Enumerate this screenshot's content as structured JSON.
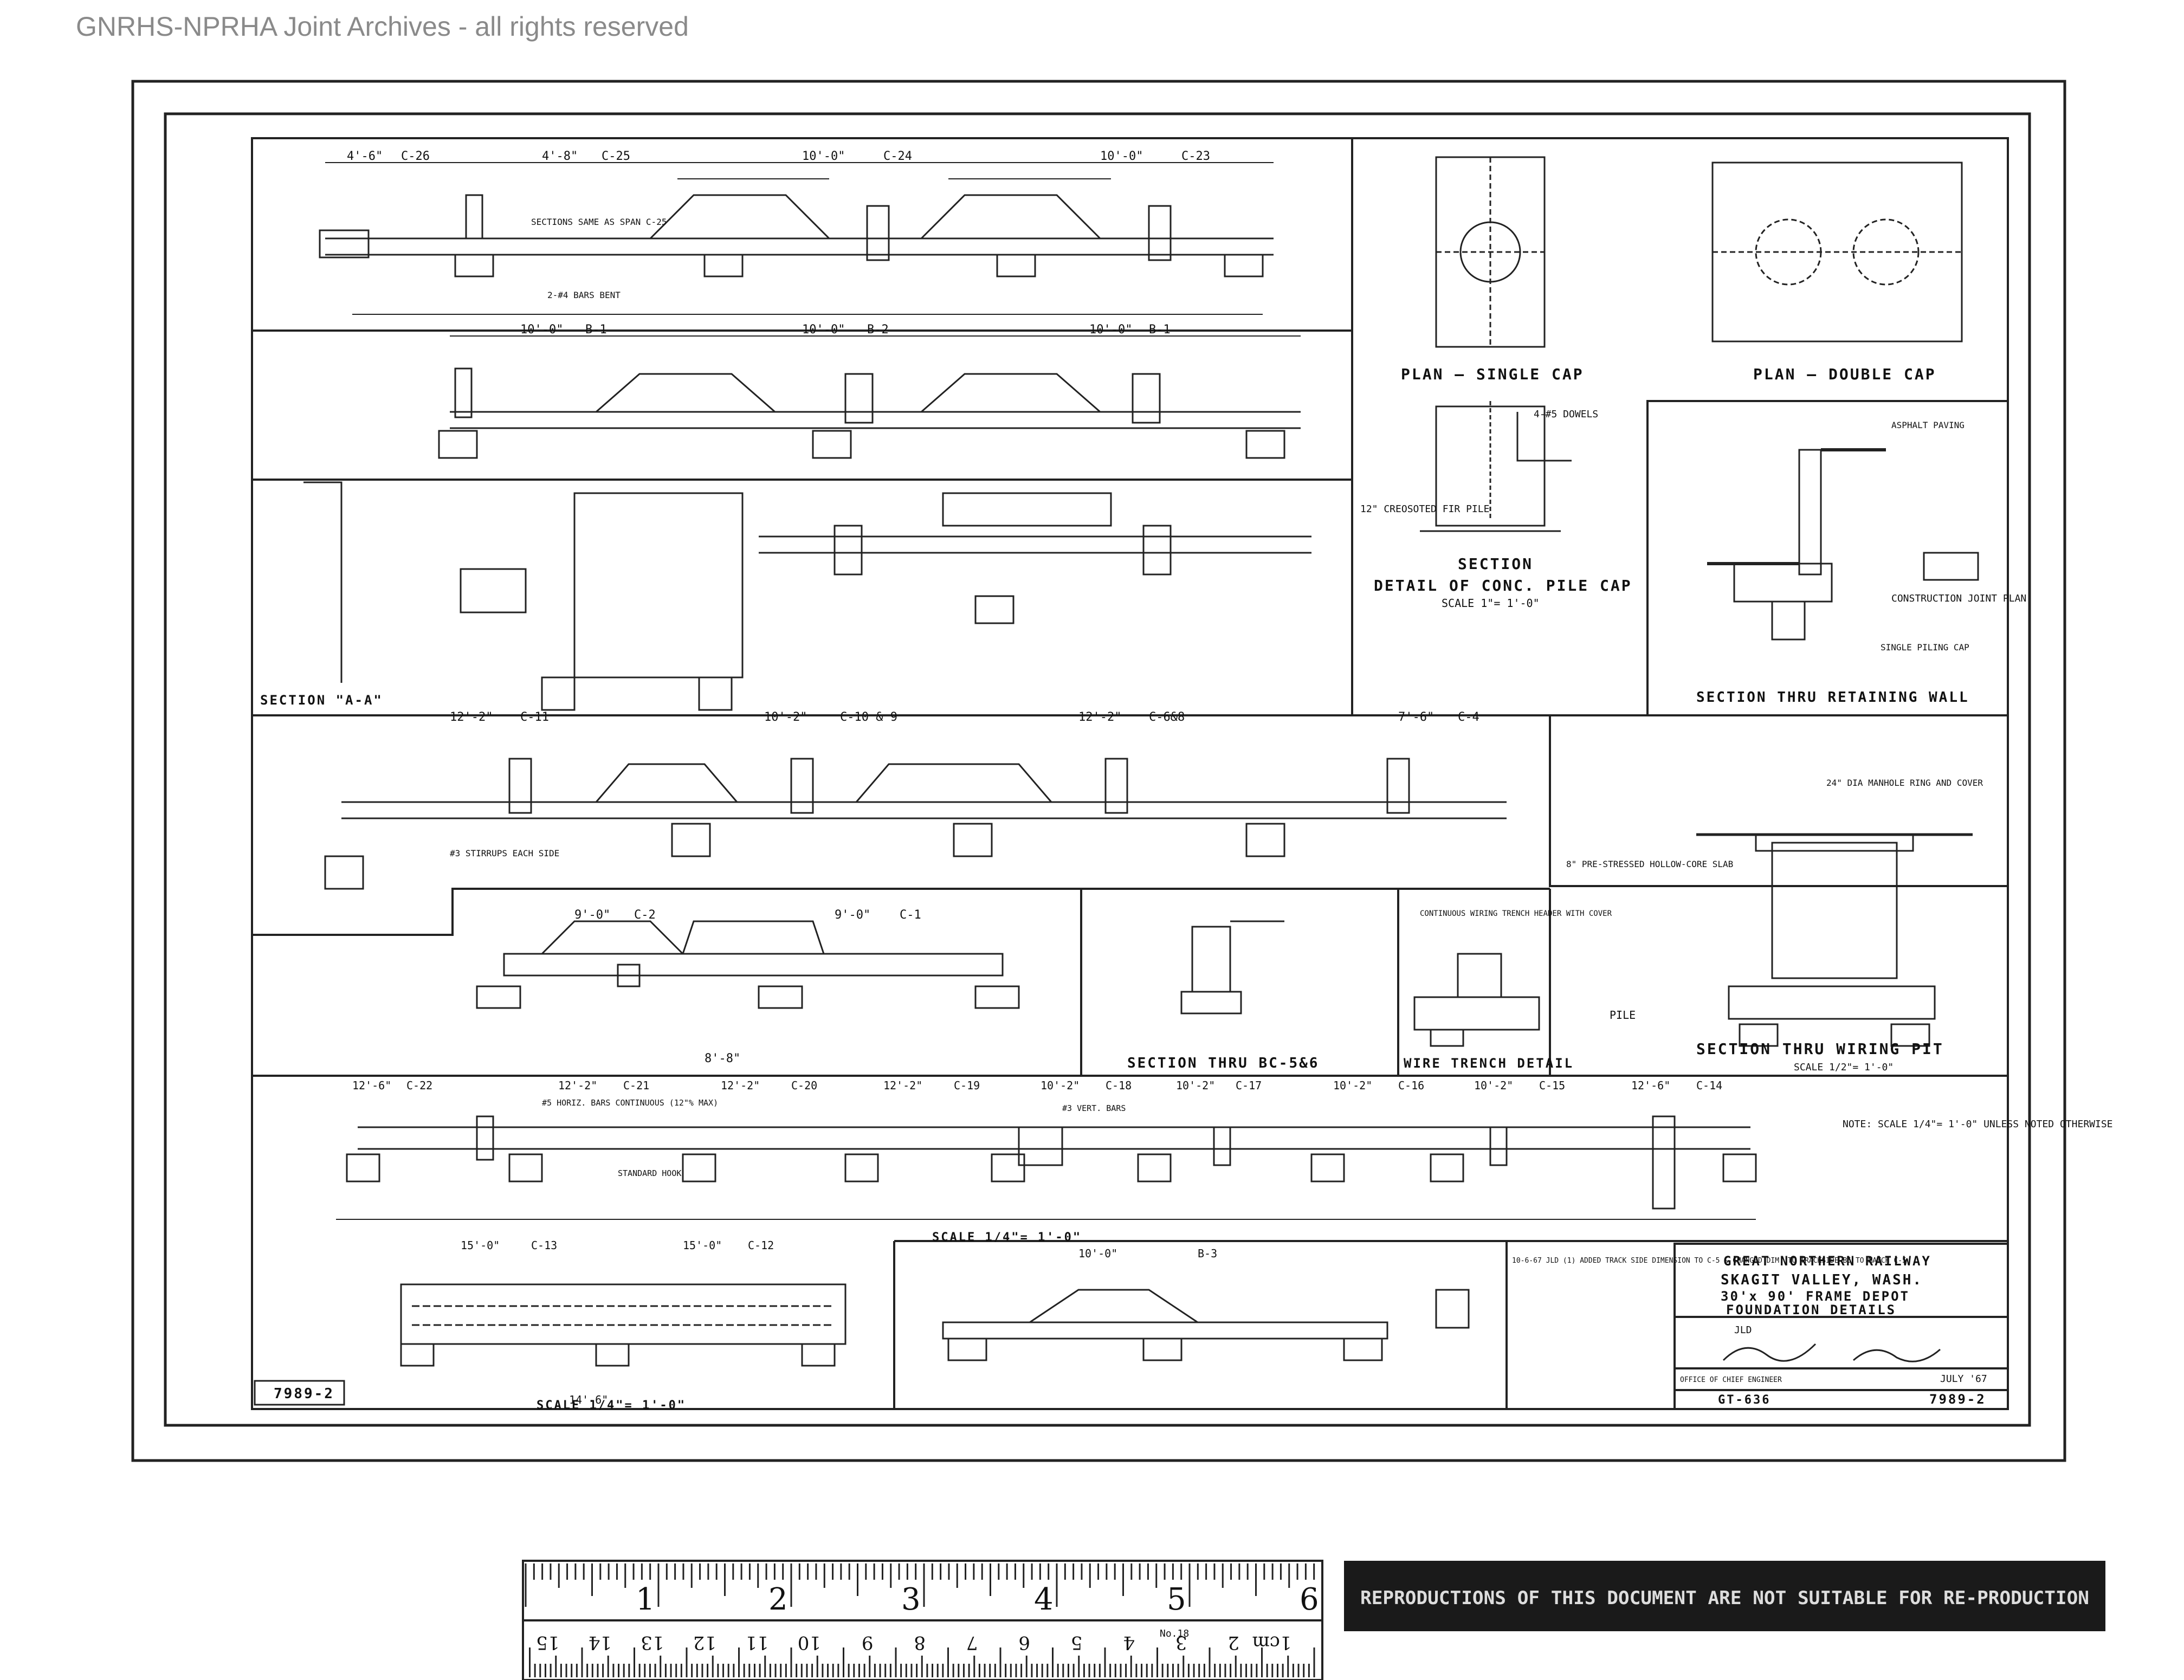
{
  "watermark": "GNRHS-NPRHA Joint Archives - all rights reserved",
  "views": {
    "plan_single_cap": "PLAN — SINGLE CAP",
    "plan_double_cap": "PLAN — DOUBLE CAP",
    "detail_pile_cap_1": "SECTION",
    "detail_pile_cap_2": "DETAIL OF CONC. PILE CAP",
    "detail_pile_cap_scale": "SCALE 1\"= 1'-0\"",
    "retaining_wall": "SECTION THRU RETAINING WALL",
    "construction_joint": "CONSTRUCTION JOINT PLAN",
    "section_aa": "SECTION \"A-A\"",
    "section_bc": "SECTION THRU BC-5&6",
    "wire_trench": "WIRE TRENCH DETAIL",
    "wiring_pit": "SECTION THRU WIRING PIT",
    "wiring_pit_scale": "SCALE 1/2\"= 1'-0\"",
    "scale_mid": "SCALE 1/4\"= 1'-0\"",
    "scale_bottom": "SCALE 1/4\"= 1'-0\""
  },
  "dims": {
    "d1": "4'-6\"",
    "d2": "C-26",
    "d3": "4'-8\"",
    "d4": "C-25",
    "d5": "10'-0\"",
    "d6": "C-24",
    "d7": "10'-0\"",
    "d8": "C-23",
    "b1": "10'-0\"",
    "b2": "B-1",
    "b3": "10'-0\"",
    "b4": "B-2",
    "b5": "10'-0\"",
    "b6": "B-1",
    "c11": "12'-2\"",
    "c11b": "C-11",
    "c10": "10'-2\"",
    "c10b": "C-10 & 9",
    "c68": "12'-2\"",
    "c68b": "C-6&8",
    "c4": "7'-6\"",
    "c4b": "C-4",
    "c2": "9'-0\"",
    "c2b": "C-2",
    "c1": "9'-0\"",
    "c1b": "C-1",
    "c2tot": "8'-8\"",
    "c22": "12'-6\"",
    "c22b": "C-22",
    "c21": "12'-2\"",
    "c21b": "C-21",
    "c20": "12'-2\"",
    "c20b": "C-20",
    "c19": "12'-2\"",
    "c19b": "C-19",
    "c18": "10'-2\"",
    "c18b": "C-18",
    "c17": "10'-2\"",
    "c17b": "C-17",
    "c16": "10'-2\"",
    "c16b": "C-16",
    "c15": "10'-2\"",
    "c15b": "C-15",
    "c14": "12'-6\"",
    "c14b": "C-14",
    "c13": "15'-0\"",
    "c13b": "C-13",
    "c12": "15'-0\"",
    "c12b": "C-12",
    "btot": "14'-6\"",
    "s1": "10'-0\"",
    "s1b": "B-3"
  },
  "notes": {
    "n1": "SECTIONS SAME AS SPAN C-25",
    "n2": "2-#4 BARS BENT",
    "n3": "#3 STIRRUPS EACH SIDE",
    "n4": "12\" CREOSOTED FIR PILE",
    "n5": "4-#5 DOWELS",
    "n6": "#5 HORIZ. BARS CONTINUOUS (12\"% MAX)",
    "n7": "STANDARD HOOK",
    "n8": "#3 VERT. BARS",
    "n9": "NOTE: SCALE 1/4\"= 1'-0\" UNLESS NOTED OTHERWISE",
    "n10": "ASPHALT PAVING",
    "n11": "SINGLE PILING CAP",
    "n12": "24\" DIA MANHOLE RING AND COVER",
    "n13": "CONTINUOUS WIRING TRENCH HEADER WITH COVER",
    "n14": "8\" PRE-STRESSED HOLLOW-CORE SLAB",
    "n15": "PILE",
    "revision": "10-6-67 JLD (1) ADDED TRACK SIDE DIMENSION TO C-5 & CHANGED DIM. TO TRACKSIDE B5 TO MATCH C-5"
  },
  "title_block": {
    "railway": "GREAT NORTHERN RAILWAY",
    "location": "SKAGIT VALLEY, WASH.",
    "title1": "30'x 90' FRAME DEPOT",
    "title2": "FOUNDATION DETAILS",
    "drawn": "JLD",
    "date": "JULY '67",
    "afe": "GT-636",
    "drawing_no": "7989-2",
    "office": "OFFICE OF CHIEF ENGINEER"
  },
  "drawing_no_left": "7989-2",
  "ruler": {
    "inches": [
      "1",
      "2",
      "3",
      "4",
      "5",
      "6"
    ],
    "cm": [
      "1cm",
      "2",
      "3",
      "4",
      "5",
      "6",
      "7",
      "8",
      "9",
      "10",
      "11",
      "12",
      "13",
      "14",
      "15"
    ],
    "brand": "No.18"
  },
  "stamp": "REPRODUCTIONS OF THIS DOCUMENT ARE NOT SUITABLE FOR RE-PRODUCTION"
}
